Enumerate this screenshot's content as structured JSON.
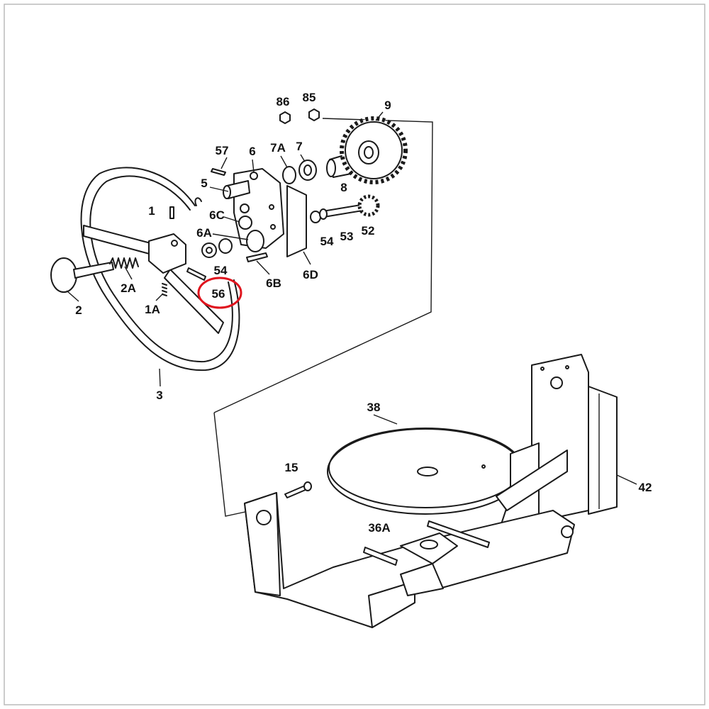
{
  "diagram": {
    "highlight_color": "#e0141e",
    "highlighted_part": "56",
    "labels": {
      "p86": "86",
      "p85": "85",
      "p9": "9",
      "p57": "57",
      "p6": "6",
      "p7A": "7A",
      "p7": "7",
      "p5": "5",
      "p8": "8",
      "p1": "1",
      "p6C": "6C",
      "p52": "52",
      "p6A": "6A",
      "p53": "53",
      "p54a": "54",
      "p54b": "54",
      "p2A": "2A",
      "p6B": "6B",
      "p6D": "6D",
      "p56": "56",
      "p1A": "1A",
      "p2": "2",
      "p3": "3",
      "p38": "38",
      "p15": "15",
      "p42": "42",
      "p36A": "36A"
    }
  }
}
